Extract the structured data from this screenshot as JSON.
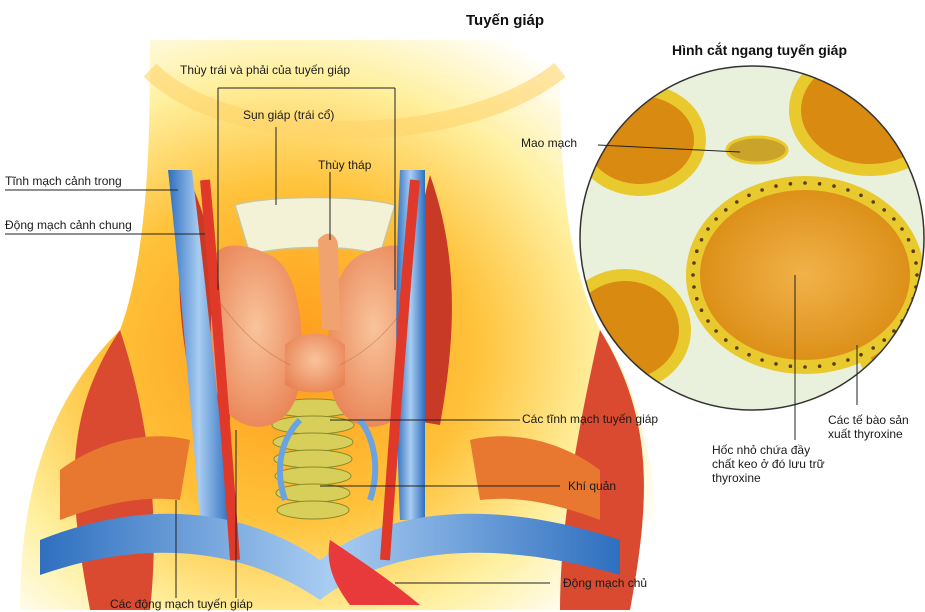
{
  "title": "Tuyến giáp",
  "inset_title": "Hình cắt ngang tuyến giáp",
  "labels": {
    "lobes": "Thùy trái và phải của tuyến giáp",
    "thyroid_cartilage": "Sụn giáp (trái cổ)",
    "pyramidal_lobe": "Thùy tháp",
    "internal_jugular": "Tĩnh mạch cảnh trong",
    "common_carotid": "Động mạch cảnh chung",
    "thyroid_veins": "Các tĩnh mạch tuyến giáp",
    "trachea": "Khí quản",
    "aorta": "Động mạch chủ",
    "thyroid_arteries": "Các động mạch tuyến giáp",
    "capillary": "Mao mạch",
    "follicle_cavity": "Hốc nhỏ chứa đầy chất keo ở đó lưu trữ thyroxine",
    "producing_cells": "Các tế bào sản xuất thyroxine"
  },
  "colors": {
    "glow_outer": "#fff3b0",
    "glow_inner": "#ffb733",
    "muscle": "#d9402b",
    "vessel_blue": "#4f8fd6",
    "gland": "#f3a77a",
    "trachea": "#d8cf5a",
    "follicle_ring": "#e8c92e",
    "colloid": "#e59a1c",
    "stroma": "#e9f1dc"
  }
}
